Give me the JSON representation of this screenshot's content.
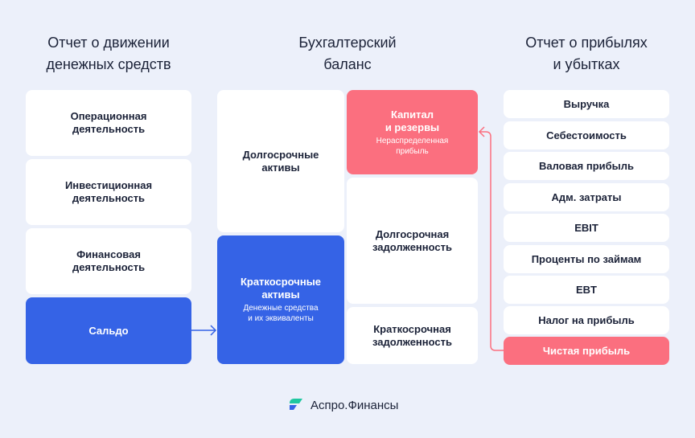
{
  "cash_flow": {
    "title": "Отчет о движении\nденежных средств",
    "items": [
      "Операционная\nдеятельность",
      "Инвестиционная\nдеятельность",
      "Финансовая\nдеятельность",
      "Сальдо"
    ]
  },
  "balance": {
    "title": "Бухгалтерский\nбаланс",
    "long_assets": "Долгосрочные\nактивы",
    "short_assets": "Краткосрочные\nактивы",
    "short_assets_sub": "Денежные средства\nи их эквиваленты",
    "capital": "Капитал\nи резервы",
    "capital_sub": "Нераспределенная\nприбыль",
    "long_debt": "Долгосрочная\nзадолженность",
    "short_debt": "Краткосрочная\nзадолженность"
  },
  "pnl": {
    "title": "Отчет о прибылях\nи убытках",
    "items": [
      "Выручка",
      "Себестоимость",
      "Валовая прибыль",
      "Адм. затраты",
      "EBIT",
      "Проценты по займам",
      "EBT",
      "Налог на прибыль",
      "Чистая прибыль"
    ]
  },
  "brand": {
    "name": "Аспро.Финансы"
  },
  "colors": {
    "background": "#ecf0fa",
    "blue": "#3563e6",
    "red": "#fb6f7f",
    "text": "#1b2238"
  }
}
